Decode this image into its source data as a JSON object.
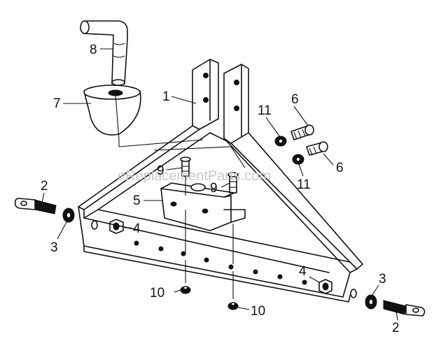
{
  "watermark": "eReplacementParts.com",
  "callouts": {
    "c1": "1",
    "c2_left": "2",
    "c2_right": "2",
    "c3_left": "3",
    "c3_right": "3",
    "c4_left": "4",
    "c4_right": "4",
    "c5": "5",
    "c6_top": "6",
    "c6_lower": "6",
    "c7": "7",
    "c8": "8",
    "c9_left": "9",
    "c9_right": "9",
    "c10_left": "10",
    "c10_right": "10",
    "c11_top": "11",
    "c11_lower": "11"
  }
}
